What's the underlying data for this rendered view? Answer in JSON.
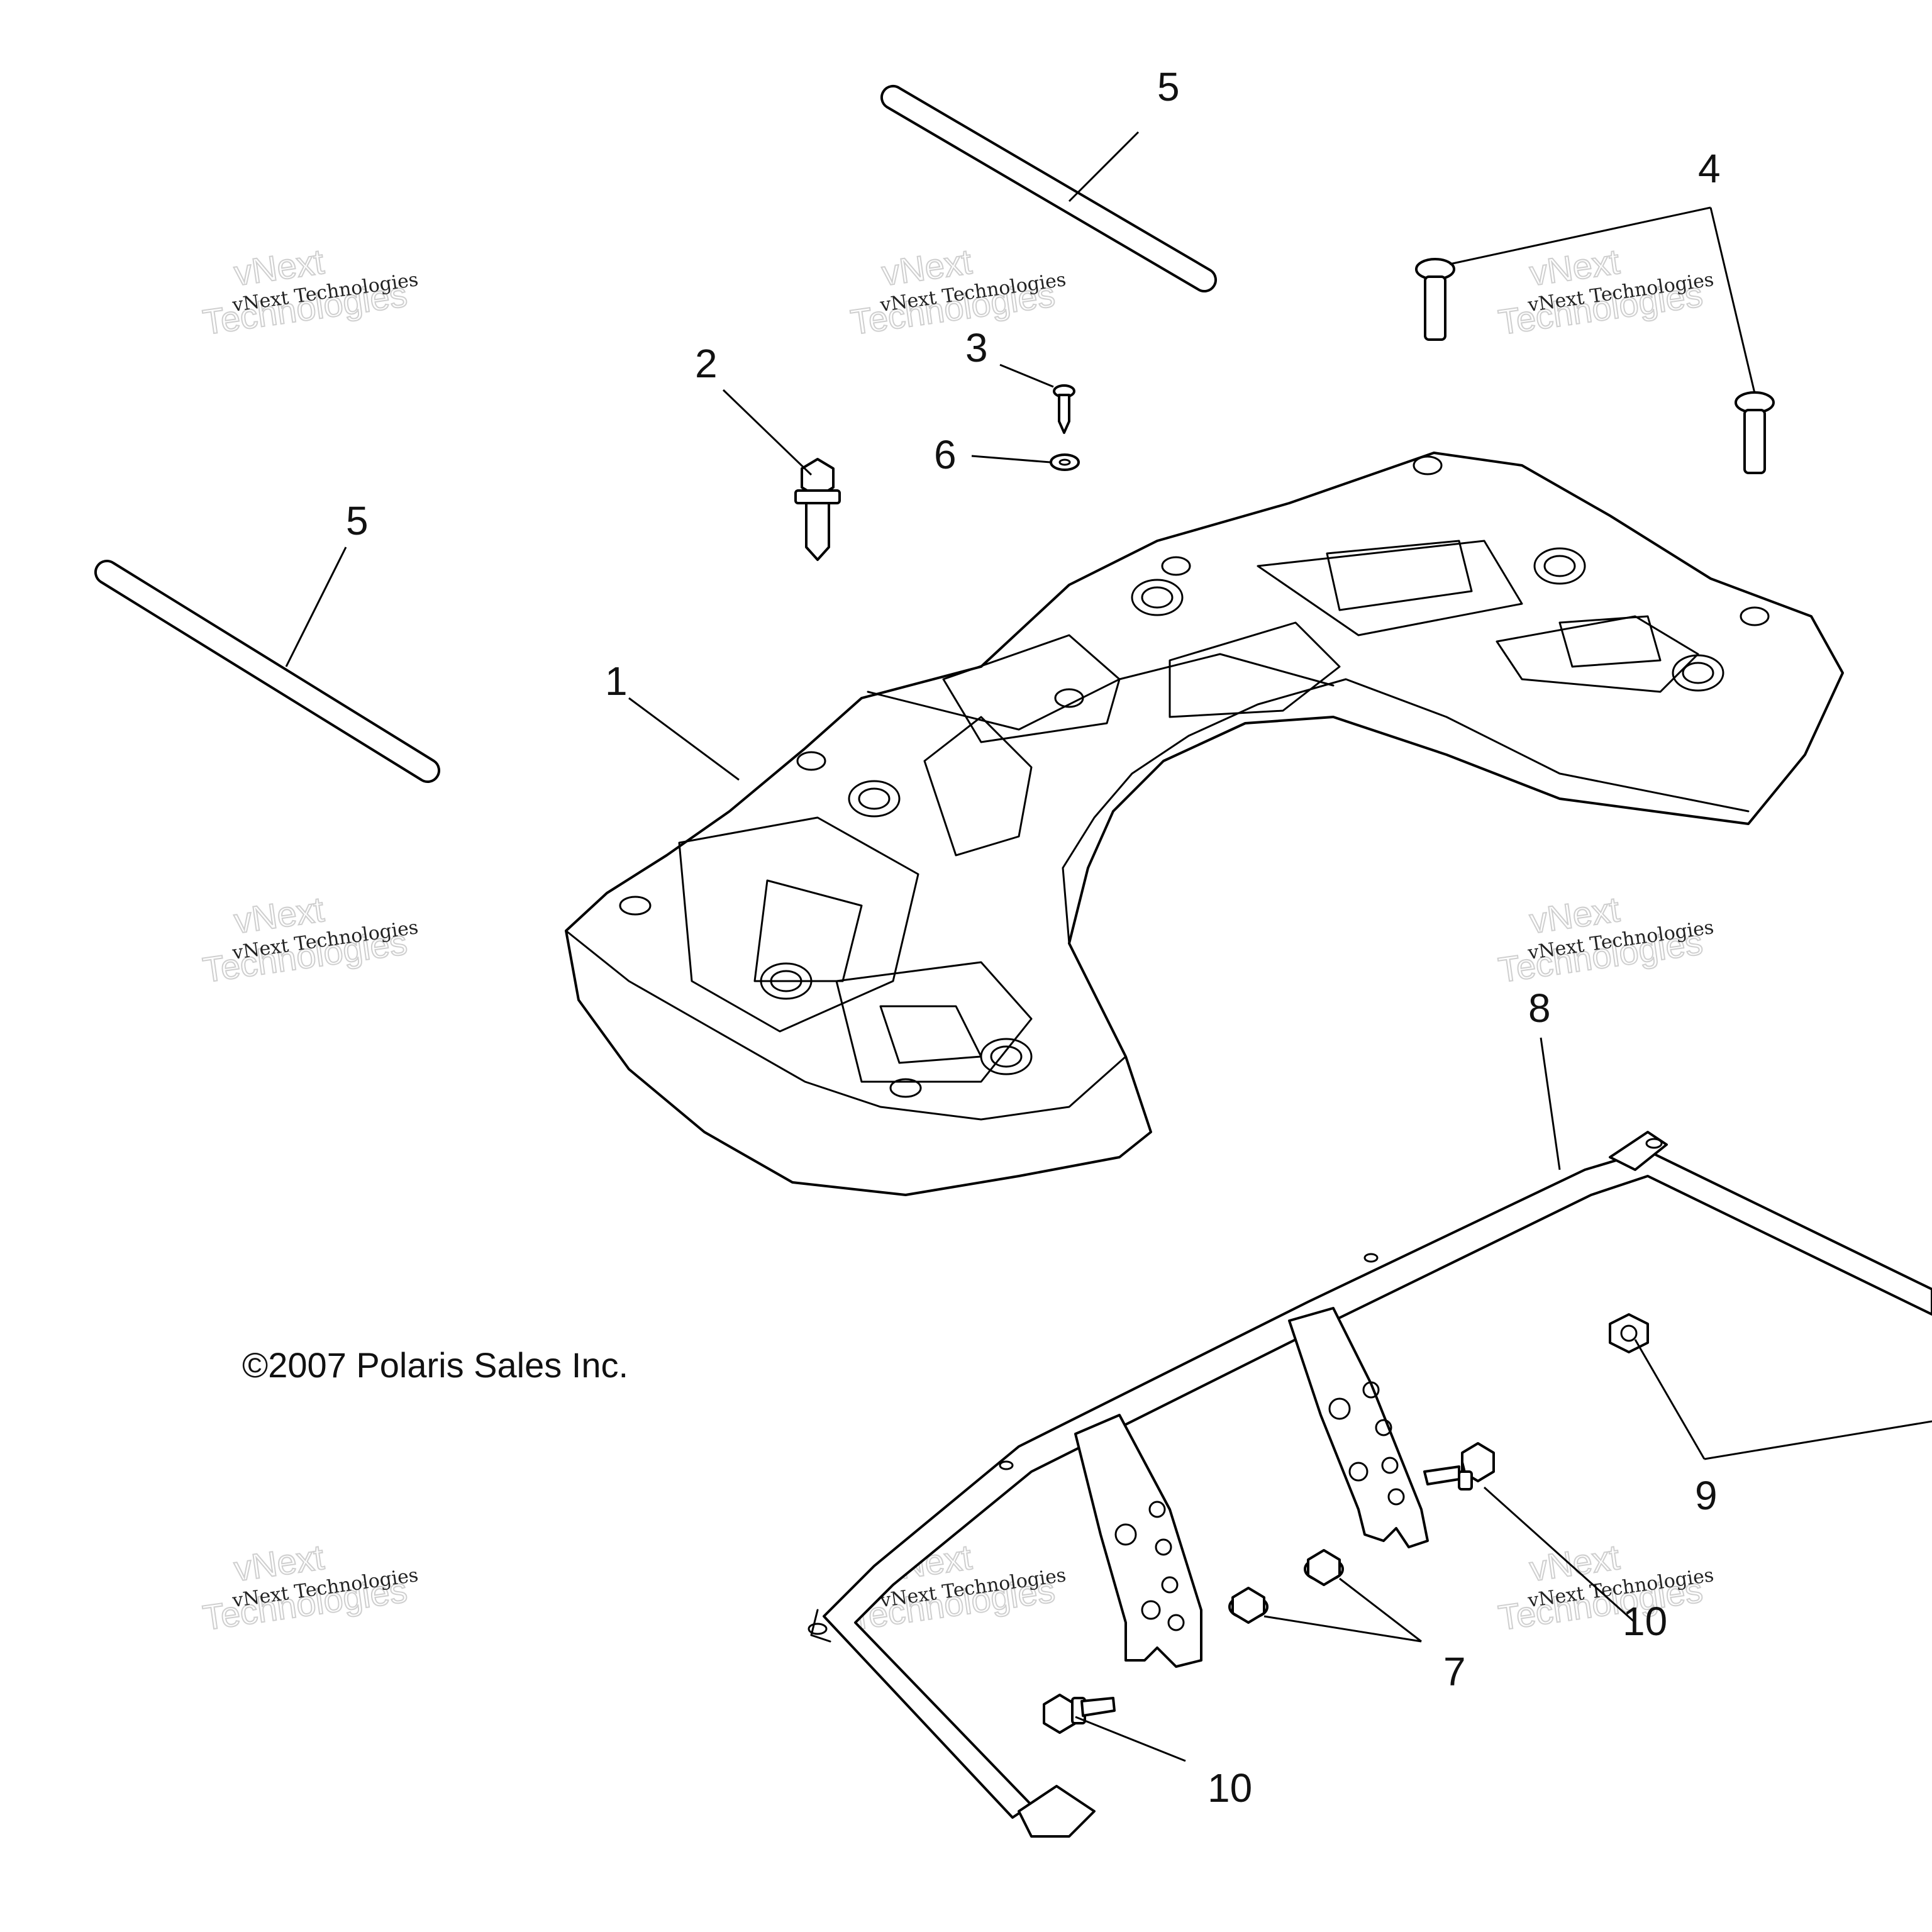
{
  "copyright": "©2007 Polaris Sales Inc.",
  "callouts": [
    "1",
    "2",
    "3",
    "4",
    "5",
    "5",
    "6",
    "7",
    "8",
    "9",
    "10",
    "10"
  ],
  "watermark": {
    "line": "vNext Technologies",
    "big_word_1": "vNext",
    "big_word_2": "Technologies"
  }
}
